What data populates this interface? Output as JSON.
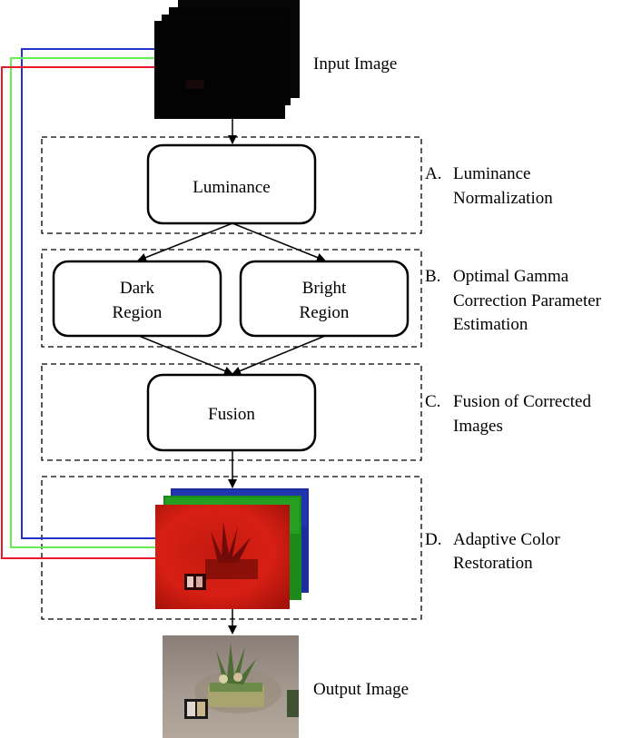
{
  "input_label": "Input  Image",
  "output_label": "Output Image",
  "boxes": {
    "luminance": "Luminance",
    "dark": [
      "Dark",
      "Region"
    ],
    "bright": [
      "Bright",
      "Region"
    ],
    "fusion": "Fusion"
  },
  "stages": {
    "a": {
      "letter": "A.",
      "lines": [
        "Luminance",
        "Normalization"
      ]
    },
    "b": {
      "letter": "B.",
      "lines": [
        "Optimal Gamma",
        "Correction Parameter",
        "Estimation"
      ]
    },
    "c": {
      "letter": "C.",
      "lines": [
        "Fusion of Corrected",
        "Images"
      ]
    },
    "d": {
      "letter": "D.",
      "lines": [
        "Adaptive Color",
        "Restoration"
      ]
    }
  },
  "colors": {
    "red_channel": "#e8192c",
    "green_channel": "#66ee55",
    "blue_channel": "#2233cc"
  }
}
